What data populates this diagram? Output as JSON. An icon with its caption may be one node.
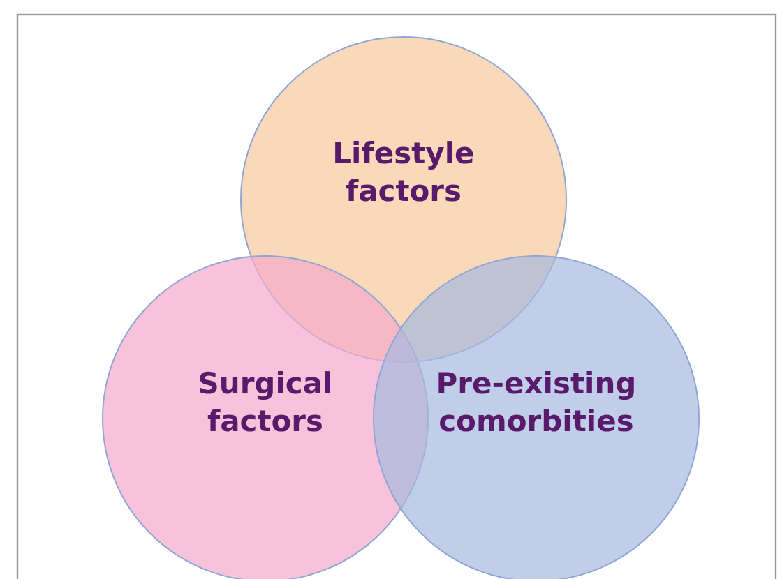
{
  "diagram": {
    "nodes": [
      {
        "text": [
          "Lifestyle factors"
        ]
      },
      {
        "text": [
          "Surgical factors"
        ]
      },
      {
        "text": [
          "Pre-existing comorbities"
        ]
      }
    ]
  }
}
